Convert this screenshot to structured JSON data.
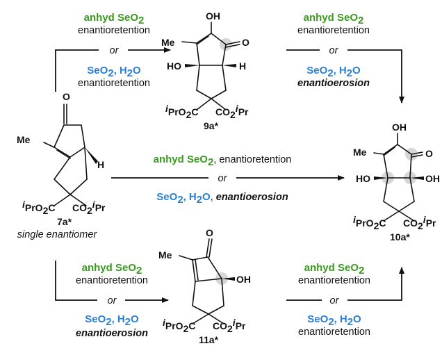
{
  "reagents": {
    "anhyd": "anhyd SeO",
    "sub2": "2",
    "seo2": "SeO",
    "comma": ",",
    "h2o_h": "H",
    "h2o_o": "O",
    "retention": "enantioretention",
    "erosion": "enantioerosion",
    "or": "or",
    "comma_retention": ", enantioretention",
    "comma_erosion": ", "
  },
  "atoms": {
    "me": "Me",
    "o": "O",
    "oh": "OH",
    "ho": "HO",
    "h": "H",
    "ipr": "i",
    "pro2c": "PrO",
    "c": "C",
    "co2": "CO",
    "pr": "Pr"
  },
  "compounds": {
    "c7a": "7a*",
    "c9a": "9a*",
    "c10a": "10a*",
    "c11a": "11a*",
    "note7a": "single enantiomer"
  }
}
